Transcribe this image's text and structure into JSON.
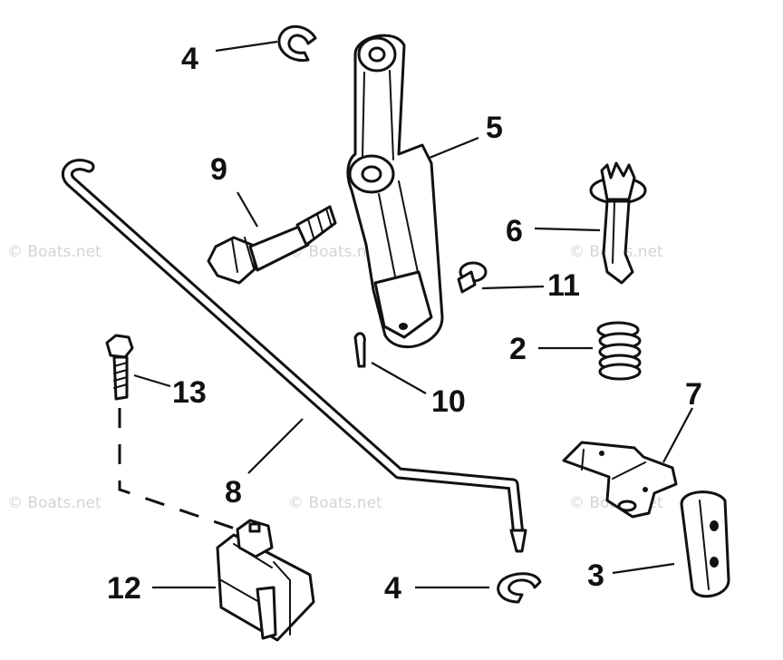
{
  "callouts": {
    "c4_top": "4",
    "c5": "5",
    "c9": "9",
    "c6": "6",
    "c11": "11",
    "c2": "2",
    "c10": "10",
    "c13": "13",
    "c7": "7",
    "c8": "8",
    "c3": "3",
    "c12": "12",
    "c4_bottom": "4"
  },
  "watermark": "© Boats.net"
}
